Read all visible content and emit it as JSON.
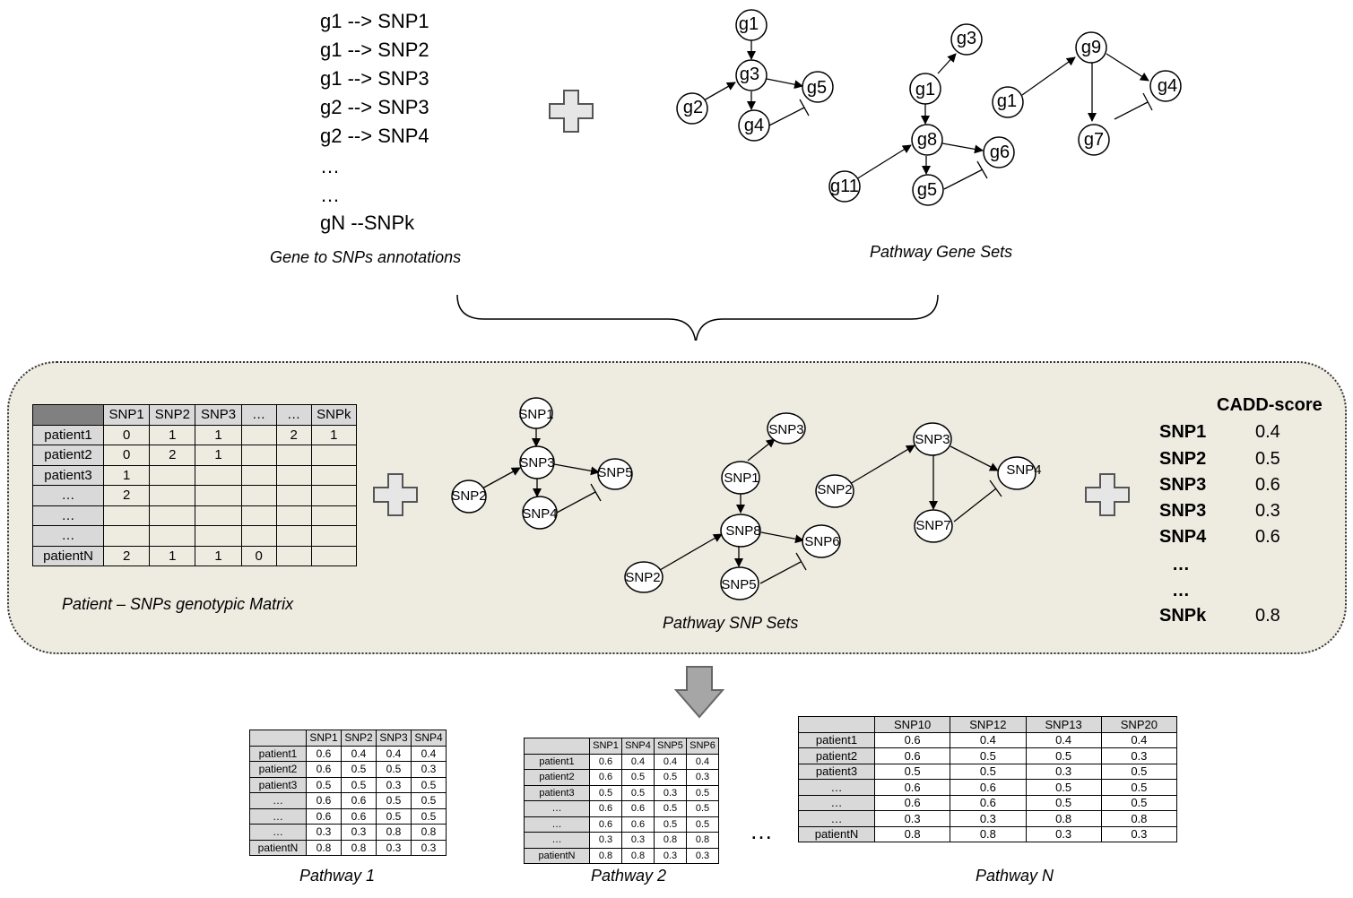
{
  "annotations": {
    "lines": [
      "g1 --> SNP1",
      "g1 --> SNP2",
      "g1 --> SNP3",
      "g2 --> SNP3",
      "g2 --> SNP4",
      "…",
      "…",
      "gN --SNPk"
    ],
    "caption": "Gene to SNPs annotations"
  },
  "gene_pathways": {
    "caption": "Pathway Gene Sets",
    "nodes": {
      "p1_g1": "g1",
      "p1_g2": "g2",
      "p1_g3": "g3",
      "p1_g4": "g4",
      "p1_g5": "g5",
      "p2_g3": "g3",
      "p2_g1": "g1",
      "p2_g8": "g8",
      "p2_g6": "g6",
      "p2_g11": "g11",
      "p2_g5": "g5",
      "p3_g1": "g1",
      "p3_g9": "g9",
      "p3_g4": "g4",
      "p3_g7": "g7"
    }
  },
  "genotype_matrix": {
    "caption": "Patient – SNPs genotypic Matrix",
    "header": [
      "SNP1",
      "SNP2",
      "SNP3",
      "…",
      "…",
      "SNPk"
    ],
    "rows": [
      {
        "label": "patient1",
        "cells": [
          "0",
          "1",
          "1",
          "",
          "2",
          "1"
        ]
      },
      {
        "label": "patient2",
        "cells": [
          "0",
          "2",
          "1",
          "",
          "",
          ""
        ]
      },
      {
        "label": "patient3",
        "cells": [
          "1",
          "",
          "",
          "",
          "",
          ""
        ]
      },
      {
        "label": "…",
        "cells": [
          "2",
          "",
          "",
          "",
          "",
          ""
        ]
      },
      {
        "label": "…",
        "cells": [
          "",
          "",
          "",
          "",
          "",
          ""
        ]
      },
      {
        "label": "…",
        "cells": [
          "",
          "",
          "",
          "",
          "",
          ""
        ]
      },
      {
        "label": "patientN",
        "cells": [
          "2",
          "1",
          "1",
          "0",
          "",
          ""
        ]
      }
    ]
  },
  "snp_pathways": {
    "caption": "Pathway SNP Sets",
    "nodes": {
      "s1_a": "SNP1",
      "s1_b": "SNP3",
      "s1_c": "SNP5",
      "s1_d": "SNP2",
      "s1_e": "SNP4",
      "s2_a": "SNP3",
      "s2_b": "SNP1",
      "s2_c": "SNP8",
      "s2_d": "SNP6",
      "s2_e": "SNP2",
      "s2_f": "SNP5",
      "s3_a": "SNP3",
      "s3_b": "SNP2",
      "s3_c": "SNP4",
      "s3_d": "SNP7"
    }
  },
  "cadd": {
    "title": "CADD-score",
    "rows": [
      {
        "snp": "SNP1",
        "score": "0.4"
      },
      {
        "snp": "SNP2",
        "score": "0.5"
      },
      {
        "snp": "SNP3",
        "score": "0.6"
      },
      {
        "snp": "SNP3",
        "score": "0.3"
      },
      {
        "snp": "SNP4",
        "score": "0.6"
      },
      {
        "snp": "…",
        "score": ""
      },
      {
        "snp": "…",
        "score": ""
      },
      {
        "snp": "SNPk",
        "score": "0.8"
      }
    ]
  },
  "outputs": {
    "ellipsis": "…",
    "pathway1": {
      "caption": "Pathway 1",
      "header": [
        "SNP1",
        "SNP2",
        "SNP3",
        "SNP4"
      ],
      "rows": [
        {
          "label": "patient1",
          "cells": [
            "0.6",
            "0.4",
            "0.4",
            "0.4"
          ]
        },
        {
          "label": "patient2",
          "cells": [
            "0.6",
            "0.5",
            "0.5",
            "0.3"
          ]
        },
        {
          "label": "patient3",
          "cells": [
            "0.5",
            "0.5",
            "0.3",
            "0.5"
          ]
        },
        {
          "label": "…",
          "cells": [
            "0.6",
            "0.6",
            "0.5",
            "0.5"
          ]
        },
        {
          "label": "…",
          "cells": [
            "0.6",
            "0.6",
            "0.5",
            "0.5"
          ]
        },
        {
          "label": "…",
          "cells": [
            "0.3",
            "0.3",
            "0.8",
            "0.8"
          ]
        },
        {
          "label": "patientN",
          "cells": [
            "0.8",
            "0.8",
            "0.3",
            "0.3"
          ]
        }
      ]
    },
    "pathway2": {
      "caption": "Pathway 2",
      "header": [
        "SNP1",
        "SNP4",
        "SNP5",
        "SNP6"
      ],
      "rows": [
        {
          "label": "patient1",
          "cells": [
            "0.6",
            "0.4",
            "0.4",
            "0.4"
          ]
        },
        {
          "label": "patient2",
          "cells": [
            "0.6",
            "0.5",
            "0.5",
            "0.3"
          ]
        },
        {
          "label": "patient3",
          "cells": [
            "0.5",
            "0.5",
            "0.3",
            "0.5"
          ]
        },
        {
          "label": "…",
          "cells": [
            "0.6",
            "0.6",
            "0.5",
            "0.5"
          ]
        },
        {
          "label": "…",
          "cells": [
            "0.6",
            "0.6",
            "0.5",
            "0.5"
          ]
        },
        {
          "label": "…",
          "cells": [
            "0.3",
            "0.3",
            "0.8",
            "0.8"
          ]
        },
        {
          "label": "patientN",
          "cells": [
            "0.8",
            "0.8",
            "0.3",
            "0.3"
          ]
        }
      ]
    },
    "pathwayN": {
      "caption": "Pathway N",
      "header": [
        "SNP10",
        "SNP12",
        "SNP13",
        "SNP20"
      ],
      "rows": [
        {
          "label": "patient1",
          "cells": [
            "0.6",
            "0.4",
            "0.4",
            "0.4"
          ]
        },
        {
          "label": "patient2",
          "cells": [
            "0.6",
            "0.5",
            "0.5",
            "0.3"
          ]
        },
        {
          "label": "patient3",
          "cells": [
            "0.5",
            "0.5",
            "0.3",
            "0.5"
          ]
        },
        {
          "label": "…",
          "cells": [
            "0.6",
            "0.6",
            "0.5",
            "0.5"
          ]
        },
        {
          "label": "…",
          "cells": [
            "0.6",
            "0.6",
            "0.5",
            "0.5"
          ]
        },
        {
          "label": "…",
          "cells": [
            "0.3",
            "0.3",
            "0.8",
            "0.8"
          ]
        },
        {
          "label": "patientN",
          "cells": [
            "0.8",
            "0.8",
            "0.3",
            "0.3"
          ]
        }
      ]
    }
  },
  "colors": {
    "panel_bg": "#eeece1",
    "header_fill": "#d9d9d9",
    "corner_fill": "#808080",
    "arrow_fill": "#a6a6a6"
  }
}
